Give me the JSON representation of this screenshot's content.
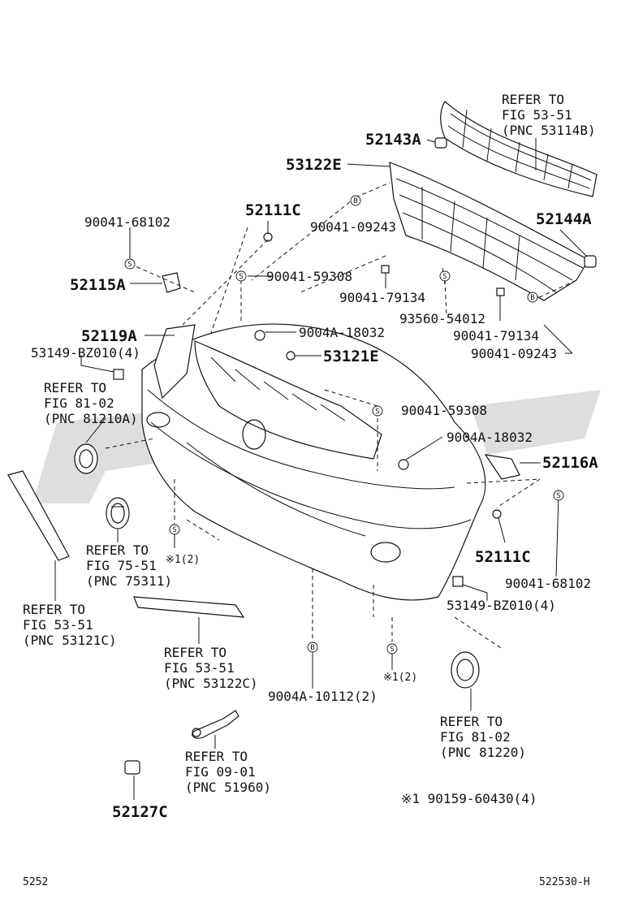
{
  "labels": {
    "refer_53_51_53114b": [
      "REFER TO",
      "FIG 53-51",
      "(PNC 53114B)"
    ],
    "p52143a": "52143A",
    "p53122e": "53122E",
    "p90041_09243_top": "90041-09243",
    "p52111c_top": "52111C",
    "p90041_68102_left": "90041-68102",
    "p52144a": "52144A",
    "p90041_59308_top": "90041-59308",
    "p52115a": "52115A",
    "p90041_79134_a": "90041-79134",
    "p93560_54012": "93560-54012",
    "p52119a": "52119A",
    "p9004a_18032_top": "9004A-18032",
    "p90041_79134_b": "90041-79134",
    "p53149_bz010_left": "53149-BZ010(4)",
    "p53121e": "53121E",
    "p90041_09243_right": "90041-09243",
    "refer_81_02_81210a": [
      "REFER TO",
      "FIG 81-02",
      "(PNC 81210A)"
    ],
    "p90041_59308_mid": "90041-59308",
    "p9004a_18032_mid": "9004A-18032",
    "p52116a": "52116A",
    "refer_75_51_75311": [
      "REFER TO",
      "FIG 75-51",
      "(PNC 75311)"
    ],
    "note_ref_left": "※1(2)",
    "p52111c_bottom": "52111C",
    "p90041_68102_right": "90041-68102",
    "p53149_bz010_right": "53149-BZ010(4)",
    "refer_53_51_53121c": [
      "REFER TO",
      "FIG 53-51",
      "(PNC 53121C)"
    ],
    "refer_53_51_53122c": [
      "REFER TO",
      "FIG 53-51",
      "(PNC 53122C)"
    ],
    "p9004a_10112": "9004A-10112(2)",
    "note_ref_mid": "※1(2)",
    "refer_81_02_81220": [
      "REFER TO",
      "FIG 81-02",
      "(PNC 81220)"
    ],
    "refer_09_01_51960": [
      "REFER TO",
      "FIG 09-01",
      "(PNC 51960)"
    ],
    "p52127c": "52127C",
    "footnote": "※1  90159-60430(4)",
    "page_number": "5252",
    "figure_id": "522530-H"
  },
  "callouts": {
    "S": "S",
    "B": "B"
  }
}
